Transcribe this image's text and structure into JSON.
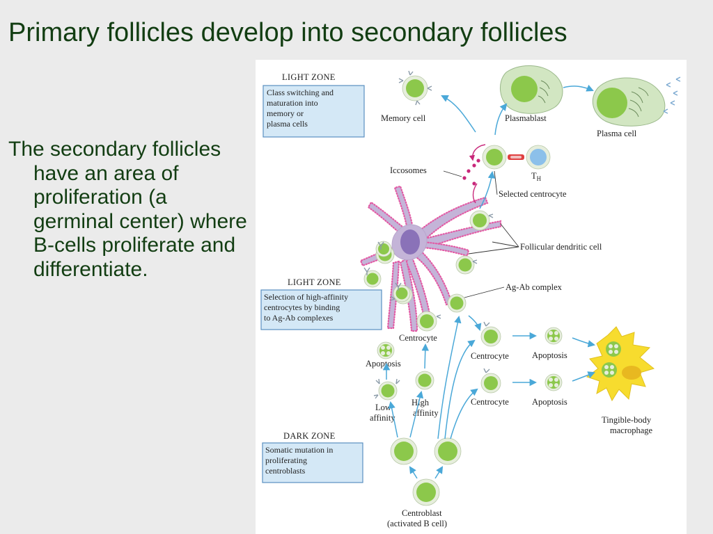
{
  "slide": {
    "title": "Primary follicles develop into secondary follicles",
    "body": "The secondary follicles have an area of proliferation (a germinal center) where B-cells proliferate and differentiate."
  },
  "diagram": {
    "zones": {
      "light_top": "LIGHT ZONE",
      "light_mid": "LIGHT ZONE",
      "dark": "DARK ZONE"
    },
    "boxes": {
      "top": [
        "Class switching and",
        "maturation into",
        "memory or",
        "plasma cells"
      ],
      "mid": [
        "Selection of high-affinity",
        "centrocytes by binding",
        "to Ag-Ab complexes"
      ],
      "dark": [
        "Somatic mutation in",
        "proliferating",
        "centroblasts"
      ]
    },
    "labels": {
      "memory_cell": "Memory cell",
      "plasmablast": "Plasmablast",
      "plasma_cell": "Plasma cell",
      "iccosomes": "Iccosomes",
      "th_main": "T",
      "th_sub": "H",
      "selected_centrocyte": "Selected centrocyte",
      "fdc": "Follicular dendritic cell",
      "ag_ab": "Ag-Ab complex",
      "centrocyte_center": "Centrocyte",
      "centrocyte_right_1": "Centrocyte",
      "centrocyte_right_2": "Centrocyte",
      "apoptosis_left": "Apoptosis",
      "apoptosis_right_1": "Apoptosis",
      "apoptosis_right_2": "Apoptosis",
      "low_affinity": [
        "Low",
        "affinity"
      ],
      "high_affinity": [
        "High",
        "affinity"
      ],
      "macrophage": [
        "Tingible-body",
        "macrophage"
      ],
      "centroblast": [
        "Centroblast",
        "(activated B cell)"
      ]
    },
    "colors": {
      "cell_fill": "#8cc84b",
      "cell_ring": "#e6eedc",
      "arrow": "#4aa8d8",
      "fdc_fill": "#c4b4d8",
      "fdc_nucleus": "#8a72b8",
      "box_fill": "#d4e8f6",
      "box_border": "#5a8fc0",
      "iccosome": "#c8287a",
      "macrophage_fill": "#f7dc2e",
      "th_fill": "#8cc0ea",
      "title_text": "#123d12"
    }
  }
}
